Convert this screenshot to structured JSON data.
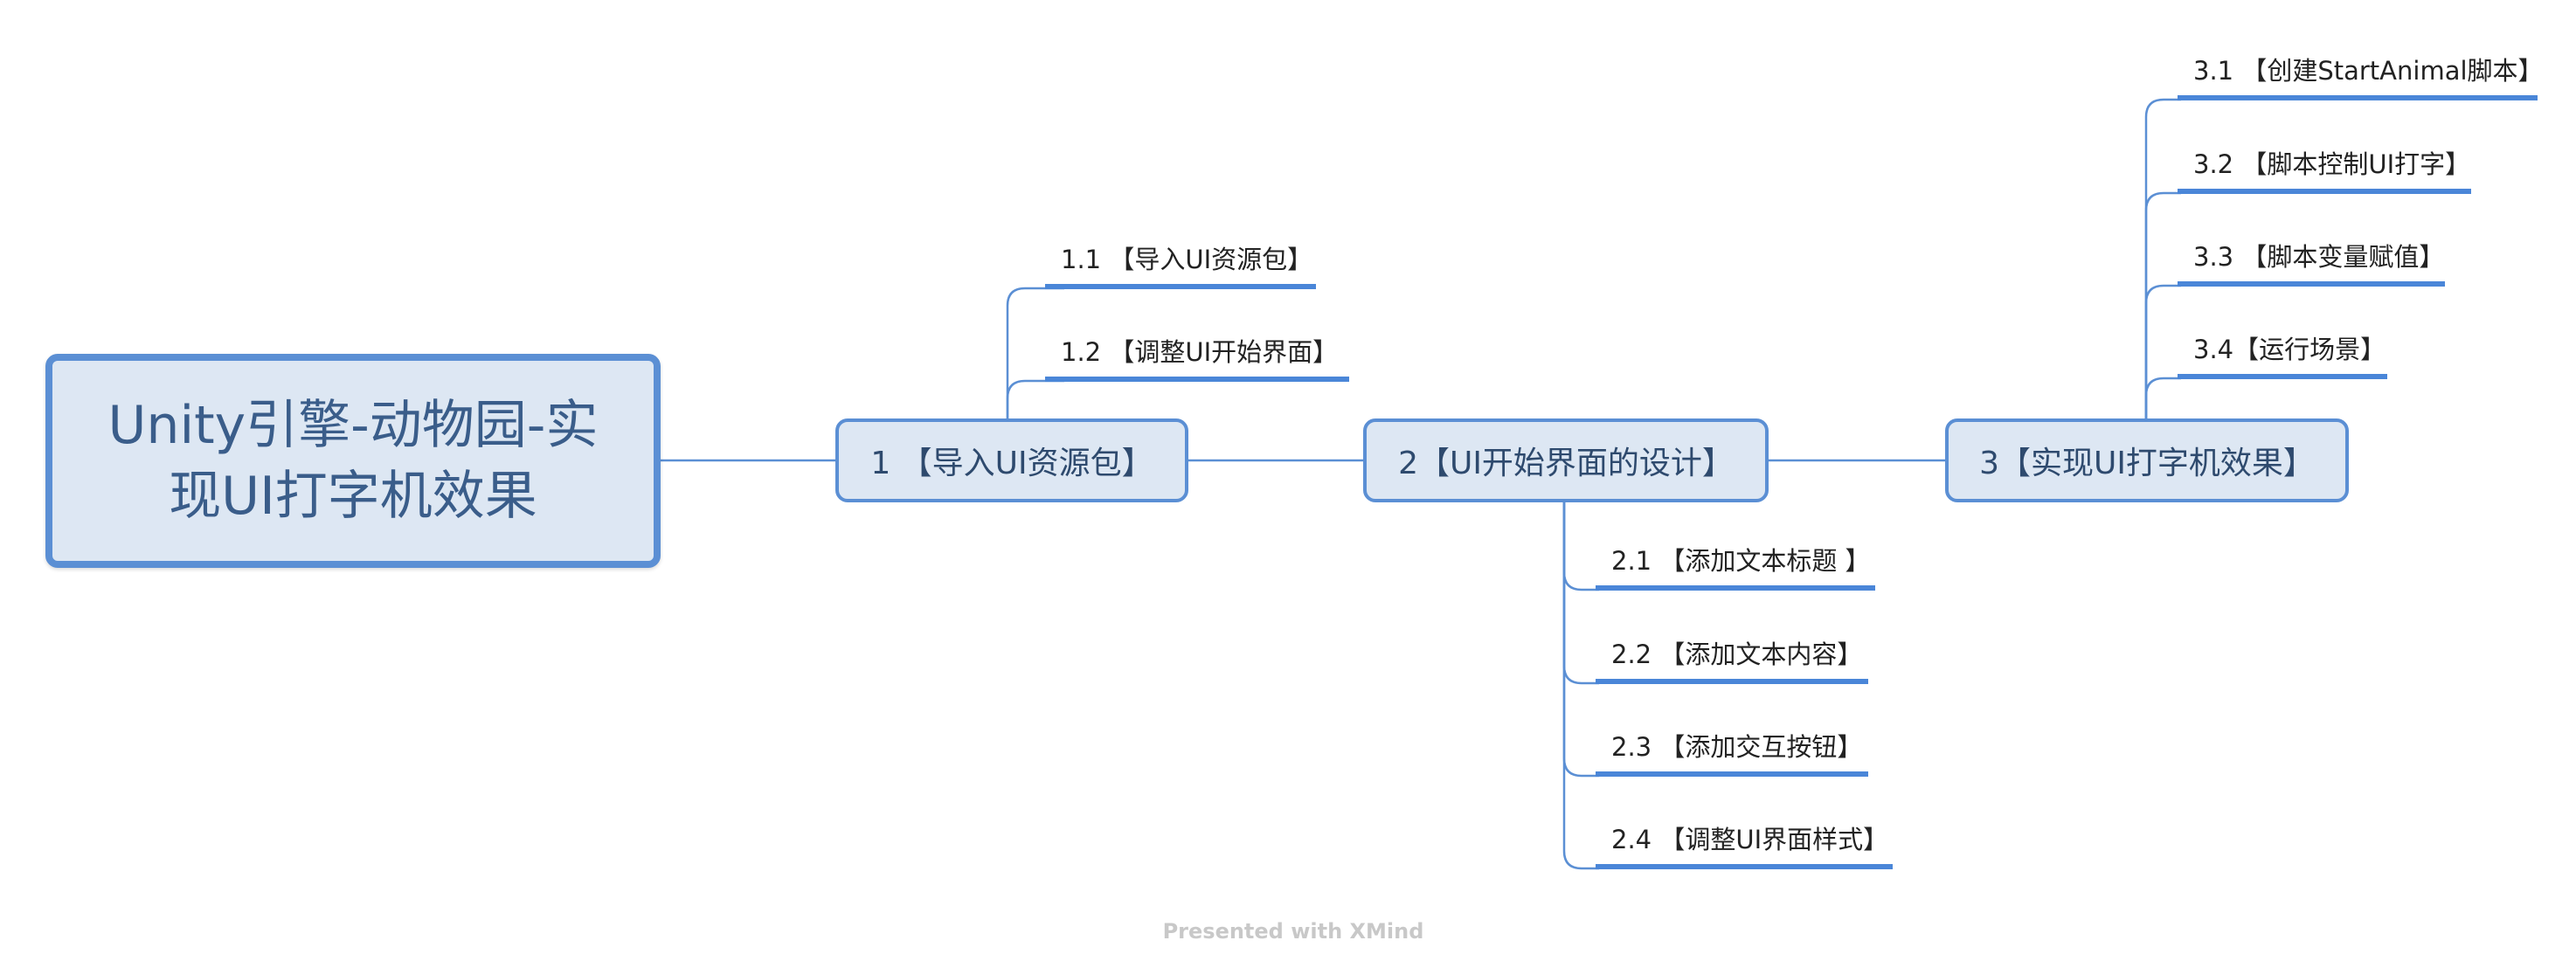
{
  "root": {
    "title": "Unity引擎-动物园-实现UI打字机效果"
  },
  "branches": [
    {
      "label": "1 【导入UI资源包】",
      "children": [
        "1.1 【导入UI资源包】",
        "1.2 【调整UI开始界面】"
      ]
    },
    {
      "label": "2【UI开始界面的设计】",
      "children": [
        "2.1 【添加文本标题 】",
        "2.2 【添加文本内容】",
        "2.3 【添加交互按钮】",
        "2.4 【调整UI界面样式】"
      ]
    },
    {
      "label": "3【实现UI打字机效果】",
      "children": [
        "3.1 【创建StartAnimal脚本】",
        "3.2 【脚本控制UI打字】",
        "3.3 【脚本变量赋值】",
        "3.4【运行场景】"
      ]
    }
  ],
  "footer": {
    "text": "Presented with XMind"
  },
  "colors": {
    "node_fill": "#dde7f3",
    "node_border": "#5b8fd4",
    "connector": "#5b8fd4",
    "underline": "#4a86d8"
  }
}
